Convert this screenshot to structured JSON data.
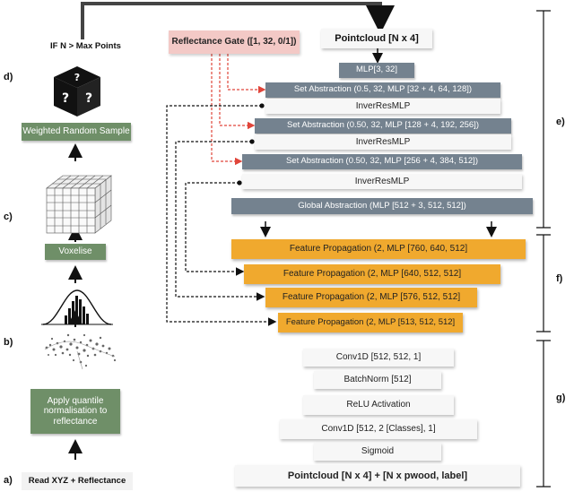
{
  "left_column": {
    "if_label": "IF N > Max Points",
    "weighted_sample": "Weighted Random Sample",
    "voxelise": "Voxelise",
    "quantile_norm": "Apply  quantile normalisation to reflectance",
    "read_input": "Read XYZ + Reflectance"
  },
  "gate": {
    "label": "Reflectance Gate ([1, 32, 0/1])"
  },
  "encoder": {
    "input": "Pointcloud [N x 4]",
    "mlp": "MLP[3, 32]",
    "sa1": "Set Abstraction  (0.5, 32, MLP [32 + 4, 64, 128])",
    "inv1": "InverResMLP",
    "sa2": "Set Abstraction  (0.50, 32, MLP [128 + 4, 192, 256])",
    "inv2": "InverResMLP",
    "sa3": "Set Abstraction  (0.50, 32, MLP [256 + 4, 384, 512])",
    "inv3": "InverResMLP",
    "global": "Global Abstraction  (MLP [512 + 3, 512, 512])"
  },
  "decoder": {
    "fp1": "Feature Propagation (2, MLP [760, 640, 512]",
    "fp2": "Feature Propagation (2, MLP [640, 512, 512]",
    "fp3": "Feature Propagation (2, MLP [576, 512, 512]",
    "fp4": "Feature Propagation (2, MLP [513, 512, 512]"
  },
  "head": {
    "conv1": "Conv1D [512, 512, 1]",
    "bn": "BatchNorm [512]",
    "relu": "ReLU Activation",
    "conv2": "Conv1D [512, 2 [Classes], 1]",
    "sigmoid": "Sigmoid",
    "output": "Pointcloud [N x 4] + [N x pwood, label]"
  },
  "panel_letters": {
    "a": "a)",
    "b": "b)",
    "c": "c)",
    "d": "d)",
    "e": "e)",
    "f": "f)",
    "g": "g)"
  },
  "icons": {
    "dice": "dice-icon",
    "voxel": "voxel-grid-icon",
    "histogram": "histogram-icon",
    "pointcloud": "pointcloud-icon"
  },
  "colors": {
    "slate": "#74828f",
    "orange": "#f0a92e",
    "green": "#6f8f68",
    "pink": "#f3c9c6",
    "gate_arrow": "#e0453a"
  }
}
